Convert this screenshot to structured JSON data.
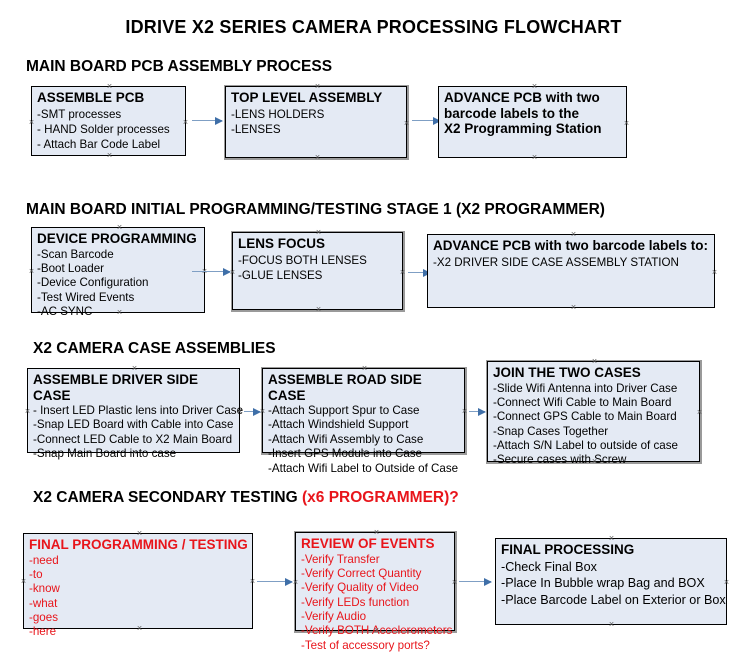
{
  "title": "IDRIVE X2  SERIES CAMERA PROCESSING FLOWCHART",
  "sections": [
    {
      "heading": "MAIN BOARD PCB ASSEMBLY PROCESS",
      "heading_accent": "",
      "nodes": [
        {
          "title": "ASSEMBLE PCB",
          "lines": [
            "-SMT processes",
            "- HAND Solder processes",
            "- Attach Bar Code Label"
          ]
        },
        {
          "title": "TOP LEVEL ASSEMBLY",
          "lines": [
            "-LENS HOLDERS",
            "-LENSES"
          ]
        },
        {
          "title": "ADVANCE PCB with two\nbarcode labels to the\n X2 Programming Station",
          "lines": []
        }
      ]
    },
    {
      "heading": "MAIN BOARD INITIAL PROGRAMMING/TESTING STAGE 1 (X2 PROGRAMMER)",
      "heading_accent": "",
      "nodes": [
        {
          "title": "DEVICE PROGRAMMING",
          "lines": [
            "-Scan Barcode",
            "-Boot Loader",
            "-Device Configuration",
            "-Test Wired Events",
            "-AC SYNC"
          ]
        },
        {
          "title": "LENS FOCUS",
          "lines": [
            "-FOCUS BOTH LENSES",
            "-GLUE LENSES"
          ]
        },
        {
          "title": "ADVANCE PCB with two barcode labels to:",
          "lines": [
            "-X2 DRIVER  SIDE  CASE  ASSEMBLY STATION"
          ]
        }
      ]
    },
    {
      "heading": "X2 CAMERA CASE ASSEMBLIES",
      "heading_accent": "",
      "nodes": [
        {
          "title": "ASSEMBLE DRIVER SIDE CASE",
          "lines": [
            "- Insert LED Plastic lens into Driver Case",
            "-Snap LED Board with Cable into Case",
            "-Connect LED Cable to X2 Main Board",
            "-Snap Main Board into case"
          ]
        },
        {
          "title": "ASSEMBLE ROAD SIDE CASE",
          "lines": [
            "-Attach Support Spur to Case",
            "-Attach Windshield Support",
            "-Attach Wifi Assembly to Case",
            "-Insert GPS Module into Case",
            "-Attach Wifi Label to Outside of Case"
          ]
        },
        {
          "title": "JOIN THE TWO CASES",
          "lines": [
            "-Slide Wifi Antenna into Driver Case",
            "-Connect Wifi Cable to Main Board",
            "-Connect GPS Cable to Main Board",
            "-Snap Cases Together",
            "-Attach S/N Label to outside of case",
            "-Secure cases with Screw"
          ]
        }
      ]
    },
    {
      "heading": "X2 CAMERA SECONDARY TESTING ",
      "heading_accent": "(x6 PROGRAMMER)?",
      "nodes": [
        {
          "title": "FINAL PROGRAMMING / TESTING",
          "lines": [
            "-need",
            "-to",
            "-know",
            "-what",
            "-goes",
            "-here"
          ]
        },
        {
          "title": "REVIEW OF EVENTS",
          "lines": [
            "-Verify Transfer",
            "-Verify Correct Quantity",
            "-Verify Quality of Video",
            "-Verify LEDs function",
            "-Verify Audio",
            "-Verify BOTH Accelerometers",
            "-Test of accessory ports?"
          ]
        },
        {
          "title": "FINAL PROCESSING",
          "lines": [
            " -Check Final Box",
            "-Place In Bubble wrap Bag and BOX",
            "-Place Barcode Label on Exterior or Box"
          ]
        }
      ]
    }
  ],
  "colors": {
    "node_fill": "#e4eaf4",
    "node_border": "#000000",
    "accent_red": "#e8151b",
    "arrow": "#3f6fa8"
  }
}
